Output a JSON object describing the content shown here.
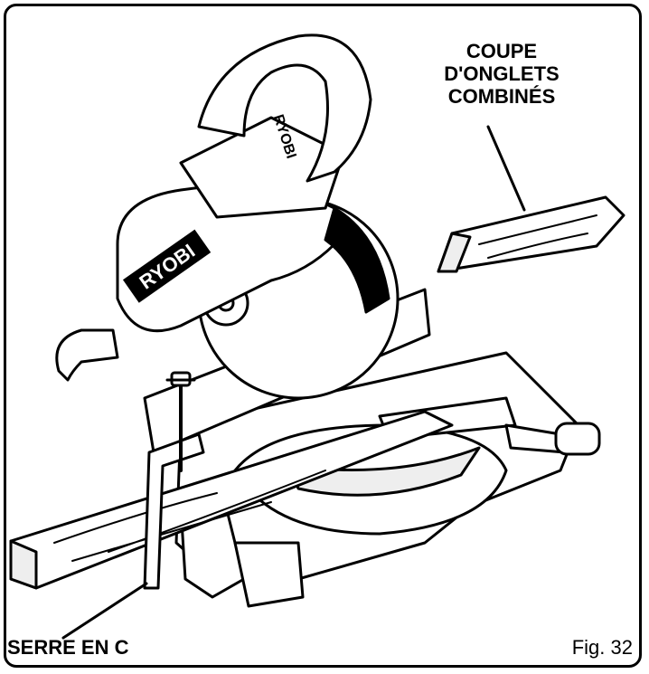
{
  "figure": {
    "callouts": {
      "compound_cut": [
        "COUPE",
        "D'ONGLETS",
        "COMBINÉS"
      ],
      "c_clamp": "SERRE EN C"
    },
    "figure_number": "Fig. 32",
    "brand_mark": "RYOBI"
  },
  "colors": {
    "ink": "#000000",
    "paper": "#ffffff",
    "shade": "#d9d9d9"
  }
}
